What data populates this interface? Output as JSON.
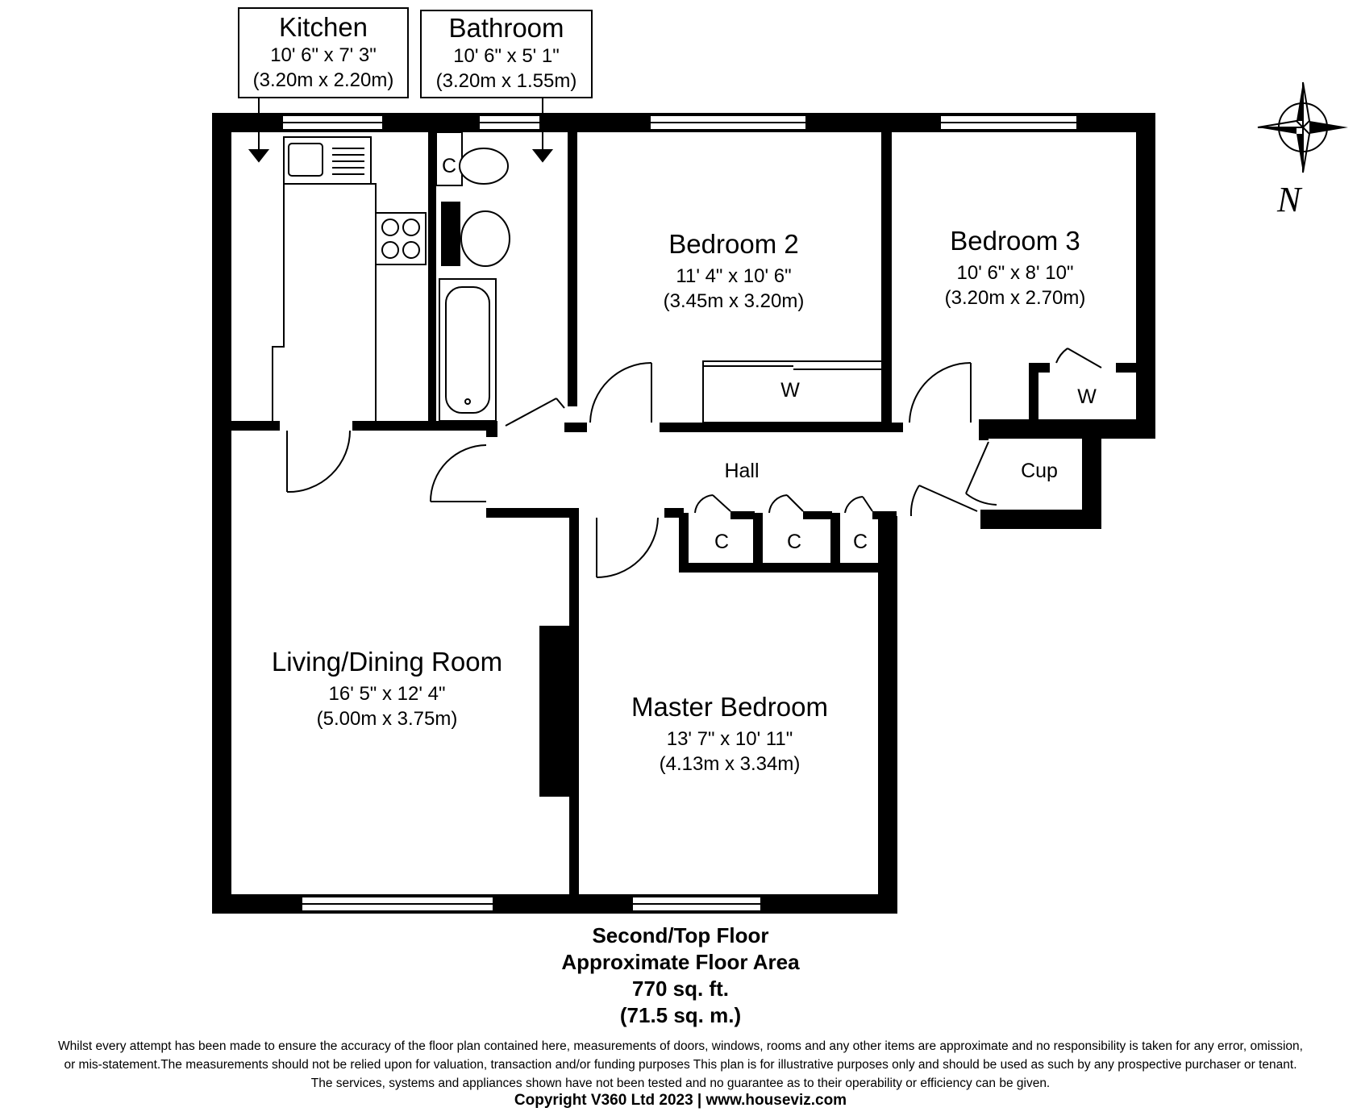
{
  "rooms": {
    "kitchen": {
      "name": "Kitchen",
      "imperial": "10' 6\" x 7' 3\"",
      "metric": "(3.20m x 2.20m)"
    },
    "bathroom": {
      "name": "Bathroom",
      "imperial": "10' 6\" x 5' 1\"",
      "metric": "(3.20m x 1.55m)"
    },
    "bedroom2": {
      "name": "Bedroom 2",
      "imperial": "11' 4\" x 10' 6\"",
      "metric": "(3.45m x 3.20m)"
    },
    "bedroom3": {
      "name": "Bedroom 3",
      "imperial": "10' 6\" x 8' 10\"",
      "metric": "(3.20m x 2.70m)"
    },
    "living": {
      "name": "Living/Dining Room",
      "imperial": "16' 5\" x 12' 4\"",
      "metric": "(5.00m x 3.75m)"
    },
    "master": {
      "name": "Master Bedroom",
      "imperial": "13' 7\" x 10' 11\"",
      "metric": "(4.13m x 3.34m)"
    },
    "hall": {
      "name": "Hall"
    },
    "cup": {
      "name": "Cup"
    }
  },
  "labels": {
    "wardrobe": "W",
    "cupboard": "C"
  },
  "compass": {
    "north": "N"
  },
  "summary": {
    "floor": "Second/Top Floor",
    "area_label": "Approximate Floor Area",
    "area_sqft": "770 sq. ft.",
    "area_sqm": "(71.5 sq. m.)"
  },
  "disclaimer": {
    "line1": "Whilst every attempt has been made to ensure the accuracy of the floor plan contained here, measurements of doors, windows, rooms and any other items are approximate and no responsibility is taken for any error, omission,",
    "line2": "or mis-statement.The measurements should not be relied upon for valuation, transaction and/or funding purposes This plan is for illustrative purposes only and should be used as such by any prospective purchaser or tenant.",
    "line3": "The services, systems and appliances shown have not been tested and no guarantee as to their operability or efficiency can be given."
  },
  "copyright": "Copyright V360 Ltd 2023 | www.houseviz.com"
}
